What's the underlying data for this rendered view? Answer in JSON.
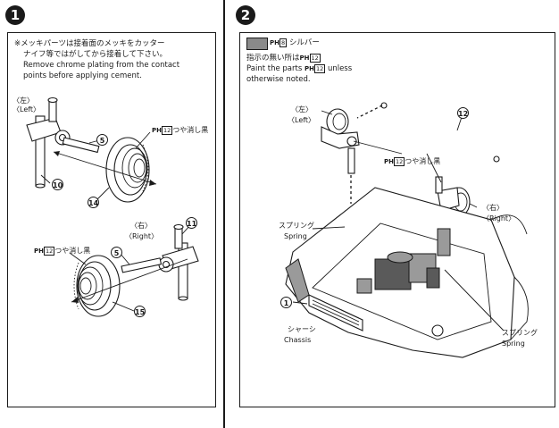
{
  "steps": [
    {
      "number": "1",
      "note_jp_1": "※メッキパーツは接着面のメッキをカッター",
      "note_jp_2": "ナイフ等ではがしてから接着して下さい。",
      "note_en_1": "Remove chrome plating from the contact",
      "note_en_2": "points before applying cement.",
      "left_jp": "〈左〉",
      "left_en": "〈Left〉",
      "right_jp": "〈右〉",
      "right_en": "〈Right〉",
      "paint_ph": "PH",
      "paint_code": "12",
      "paint_label": "つや消し黒",
      "parts": {
        "p5": "5",
        "p10": "10",
        "p14": "14",
        "p11": "11",
        "p15": "15"
      }
    },
    {
      "number": "2",
      "swatch_ph": "PH",
      "swatch_code": "8",
      "swatch_label": "シルバー",
      "note_jp_prefix": "指示の無い所は",
      "note_ph": "PH",
      "note_code": "12",
      "note_en_1_prefix": "Paint the parts",
      "note_en_1_suffix": "unless",
      "note_en_2": "otherwise noted.",
      "left_jp": "〈左〉",
      "left_en": "〈Left〉",
      "right_jp": "〈右〉",
      "right_en": "〈Right〉",
      "paint_ph": "PH",
      "paint_code": "12",
      "paint_label": "つや消し黒",
      "spring_jp": "スプリング",
      "spring_en": "Spring",
      "chassis_jp": "シャーシ",
      "chassis_en": "Chassis",
      "parts": {
        "p12": "12",
        "p1": "1"
      }
    }
  ],
  "colors": {
    "ink": "#1a1a1a",
    "silver_swatch": "#8a8a8a"
  },
  "icons": [
    "step-number-icon",
    "paint-swatch-icon",
    "part-callout-icon"
  ]
}
